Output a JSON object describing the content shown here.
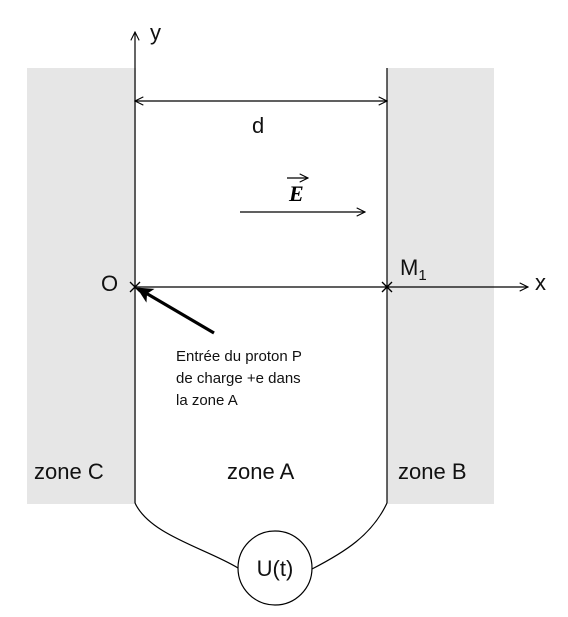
{
  "axes": {
    "y_label": "y",
    "x_label": "x",
    "origin_label": "O"
  },
  "distance_label": "d",
  "field_label": "E",
  "point": {
    "label": "M",
    "subscript": "1"
  },
  "annotation": {
    "lines": [
      "Entrée du proton P",
      "de charge +e dans",
      "la zone A"
    ]
  },
  "zones": {
    "c": "zone C",
    "a": "zone A",
    "b": "zone B"
  },
  "generator_label": "U(t)",
  "colors": {
    "plate_fill": "#e6e6e6",
    "line": "#000000"
  }
}
